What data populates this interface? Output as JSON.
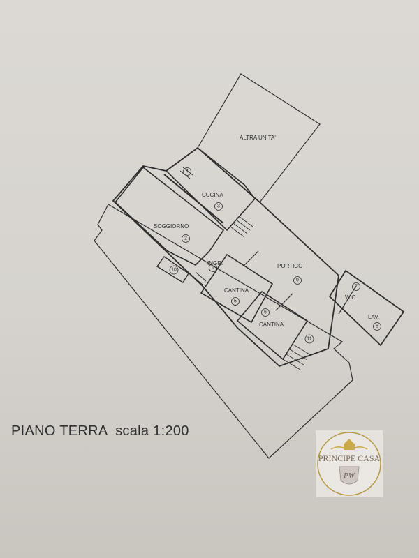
{
  "plan": {
    "rooms": [
      {
        "label": "ALTRA UNITA'",
        "number": ""
      },
      {
        "label": "CUCINA",
        "number": "3"
      },
      {
        "label": "",
        "number": "4"
      },
      {
        "label": "SOGGIORNO",
        "number": "2"
      },
      {
        "label": "INGR.",
        "number": "1"
      },
      {
        "label": "",
        "number": "10"
      },
      {
        "label": "PORTICO",
        "number": "9"
      },
      {
        "label": "CANTINA",
        "number": "5"
      },
      {
        "label": "CANTINA",
        "number": "6"
      },
      {
        "label": "W.C.",
        "number": "7"
      },
      {
        "label": "LAV.",
        "number": "8"
      },
      {
        "label": "",
        "number": "11"
      }
    ],
    "line_color": "#2e2e2e",
    "paper_color": "#d8d5d0"
  },
  "title": "PIANO TERRA  scala 1:200",
  "logo": {
    "name": "PRINCIPE CASA",
    "monogram": "PW"
  }
}
